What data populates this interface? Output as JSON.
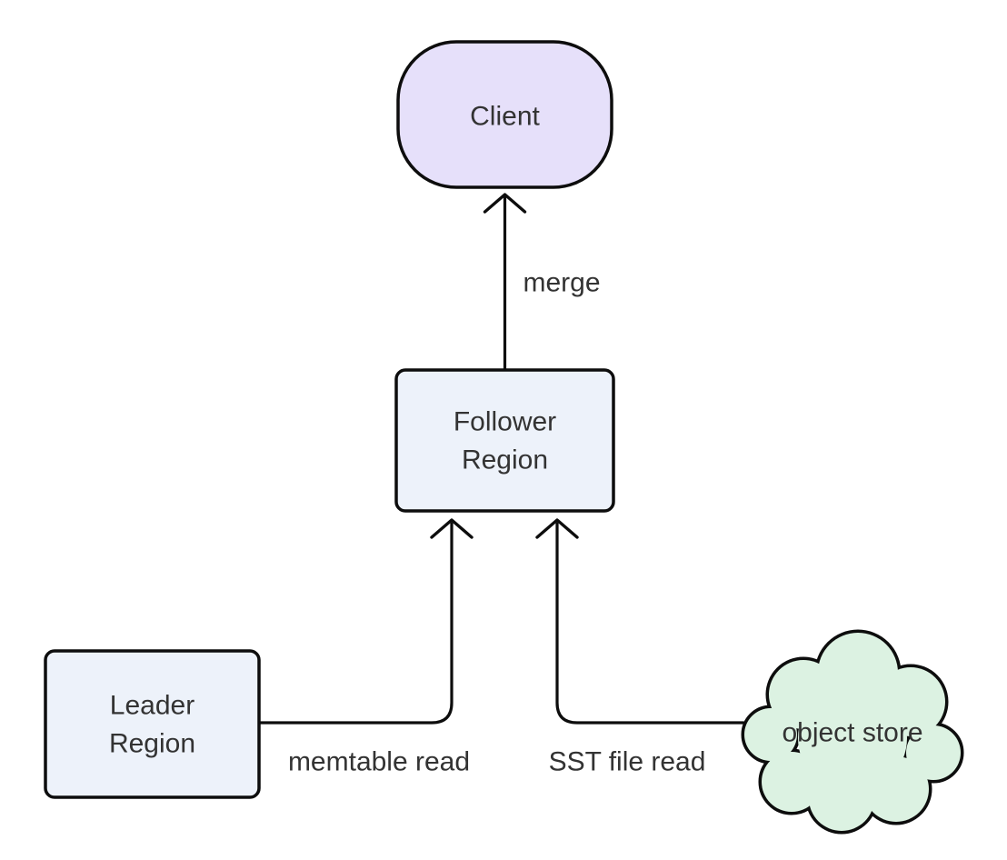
{
  "diagram": {
    "type": "flowchart",
    "background": "#ffffff",
    "nodes": {
      "client": {
        "label": "Client",
        "shape": "stadium",
        "fill": "#e6e0fa"
      },
      "follower_region": {
        "line1": "Follower",
        "line2": "Region",
        "shape": "rounded-rect",
        "fill": "#edf2fa"
      },
      "leader_region": {
        "line1": "Leader",
        "line2": "Region",
        "shape": "rounded-rect",
        "fill": "#edf2fa"
      },
      "object_store": {
        "label": "object store",
        "shape": "cloud",
        "fill": "#dcf2e2"
      }
    },
    "edges": {
      "merge": {
        "label": "merge",
        "from": "follower_region",
        "to": "client"
      },
      "memtable_read": {
        "label": "memtable read",
        "from": "leader_region",
        "to": "follower_region"
      },
      "sst_file_read": {
        "label": "SST file read",
        "from": "object_store",
        "to": "follower_region"
      }
    },
    "colors": {
      "stroke": "#0d0d0d",
      "text": "#333333"
    }
  }
}
